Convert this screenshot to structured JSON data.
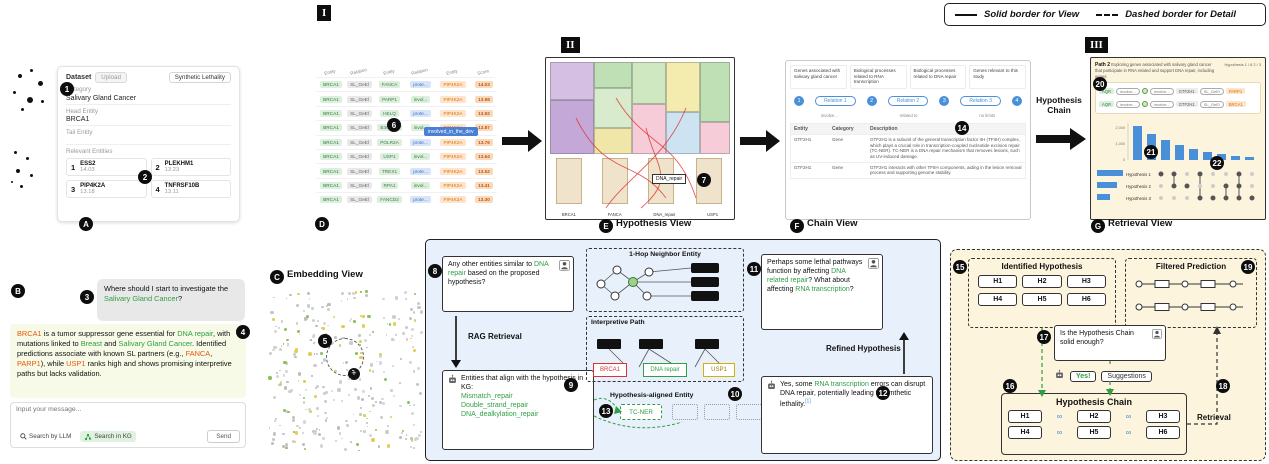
{
  "legend": {
    "solid_label": "Solid border for View",
    "dashed_label": "Dashed border for Detail"
  },
  "sections": {
    "one": "I",
    "two": "II",
    "three": "III"
  },
  "markers": {
    "a": "A",
    "b": "B",
    "c": "C",
    "d": "D",
    "e": "E",
    "f": "F",
    "g": "G",
    "n1": "1",
    "n2": "2",
    "n3": "3",
    "n4": "4",
    "n5": "5",
    "n6": "6",
    "n7": "7",
    "n8": "8",
    "n9": "9",
    "n10": "10",
    "n11": "11",
    "n12": "12",
    "n13": "13",
    "n14": "14",
    "n15": "15",
    "n16": "16",
    "n17": "17",
    "n18": "18",
    "n19": "19",
    "n20": "20",
    "n21": "21",
    "n22": "22"
  },
  "config_panel": {
    "dataset_label": "Dataset",
    "upload_button": "Upload",
    "dataset_value": "Synthetic Lethality",
    "category_label": "Category",
    "category_value": "Salivary Gland Cancer",
    "head_label": "Head Entity",
    "head_value": "BRCA1",
    "tail_label": "Tail Entity",
    "relevant_label": "Relevant Entities",
    "entities": [
      {
        "rank": "1",
        "name": "ESS2",
        "score": "14.03"
      },
      {
        "rank": "2",
        "name": "PLEKHM1",
        "score": "13.23"
      },
      {
        "rank": "3",
        "name": "PIP4K2A",
        "score": "13.18"
      },
      {
        "rank": "4",
        "name": "TNFRSF10B",
        "score": "13.11"
      }
    ]
  },
  "chat_panel": {
    "question": [
      {
        "t": "Where should I start to investigate the "
      },
      {
        "t": "Salivary Gland Cancer",
        "c": "green"
      },
      {
        "t": "?"
      }
    ],
    "answer": [
      {
        "t": "BRCA1",
        "c": "orange"
      },
      {
        "t": " is a tumor suppressor gene essential for "
      },
      {
        "t": "DNA repair",
        "c": "green"
      },
      {
        "t": ", with mutations linked to "
      },
      {
        "t": "Breast",
        "c": "green"
      },
      {
        "t": " and "
      },
      {
        "t": "Salivary Gland Cancer",
        "c": "green"
      },
      {
        "t": ". Identified predictions associate with known SL partners (e.g., "
      },
      {
        "t": "FANCA",
        "c": "orange"
      },
      {
        "t": ", "
      },
      {
        "t": "PARP1",
        "c": "orange"
      },
      {
        "t": "), while "
      },
      {
        "t": "USP1",
        "c": "orange"
      },
      {
        "t": " ranks high and shows promising interpretive paths but lacks validation."
      }
    ],
    "input_placeholder": "Input your message...",
    "search_llm": "Search by LLM",
    "search_kg": "Search in KG",
    "send": "Send"
  },
  "embedding_view": {
    "title": "Embedding View"
  },
  "prediction_table": {
    "headers": [
      "Entity",
      "Relation",
      "Entity",
      "Relation",
      "Entity",
      "Score"
    ],
    "callout": "involved_in_the_dev",
    "rows": [
      {
        "e1": "BRCA1",
        "r1": "SL_GeEl",
        "e2": "FANCA",
        "r2": "prote...",
        "r2c": "blue",
        "e3": "PIP4K2A",
        "score": "14.03"
      },
      {
        "e1": "BRCA1",
        "r1": "SL_GeEl",
        "e2": "PARP1",
        "r2": "invol...",
        "r2c": "green",
        "e3": "PIP4K2A",
        "score": "13.98"
      },
      {
        "e1": "BRCA1",
        "r1": "SL_GeEl",
        "e2": "HELQ",
        "r2": "prote...",
        "r2c": "blue",
        "e3": "PIP4K2A",
        "score": "13.92"
      },
      {
        "e1": "BRCA1",
        "r1": "SL_GeEl",
        "e2": "B3GNT6",
        "r2": "invol...",
        "r2c": "green",
        "e3": "PIP4K2A",
        "score": "13.87"
      },
      {
        "e1": "BRCA1",
        "r1": "SL_GeEl",
        "e2": "POLR2A",
        "r2": "prote...",
        "r2c": "blue",
        "e3": "PIP4K2A",
        "score": "13.76"
      },
      {
        "e1": "BRCA1",
        "r1": "SL_GeEl",
        "e2": "USP1",
        "r2": "invol...",
        "r2c": "green",
        "e3": "PIP4K2A",
        "score": "13.64"
      },
      {
        "e1": "BRCA1",
        "r1": "SL_GeEl",
        "e2": "TREX1",
        "r2": "prote...",
        "r2c": "blue",
        "e3": "PIP4K2A",
        "score": "13.52"
      },
      {
        "e1": "BRCA1",
        "r1": "SL_GeEl",
        "e2": "RPA1",
        "r2": "invol...",
        "r2c": "green",
        "e3": "PIP4K2A",
        "score": "13.41"
      },
      {
        "e1": "BRCA1",
        "r1": "SL_GeEl",
        "e2": "FANCD2",
        "r2": "prote...",
        "r2c": "blue",
        "e3": "PIP4K2A",
        "score": "13.30"
      }
    ]
  },
  "hypothesis_view": {
    "title": "Hypothesis View",
    "floating_label": "DNA_repair",
    "columns": [
      "BRCA1",
      "FANCA",
      "DNA_repair",
      "USP1"
    ]
  },
  "chain_view": {
    "title": "Chain View",
    "steps": [
      "Genes associated with salivary gland cancer",
      "Biological processes related to RNA transcription",
      "Biological processes related to DNA repair",
      "Genes relevant to this study"
    ],
    "node_nums": [
      "1",
      "2",
      "3",
      "4"
    ],
    "relations": [
      "Relation 1",
      "Relation 2",
      "Relation 3"
    ],
    "relation_notes": [
      "involve...",
      "related to",
      "no limits"
    ],
    "table": {
      "headers": [
        "Entity",
        "Category",
        "Description"
      ],
      "rows": [
        {
          "entity": "GTF2H1",
          "category": "Gene",
          "description": "GTF2H1 is a subunit of the general transcription factor IIH (TFIIH) complex, which plays a crucial role in transcription-coupled nucleotide excision repair (TC-NER). TC-NER is a DNA repair mechanism that removes lesions, such as UV-induced damage."
        },
        {
          "entity": "GTF2H1",
          "category": "Gene",
          "description": "GTF2H1 interacts with other TFIIH components, aiding in the lesion removal process and supporting genome stability."
        }
      ]
    }
  },
  "flow": {
    "hypothesis_chain_arrow": "Hypothesis Chain"
  },
  "retrieval_view": {
    "title": "Retrieval View",
    "path_label": "Path 2",
    "path_text": "Exploring genes associated with salivary gland cancer that participate in RNA related and support DNA repair, including genes",
    "pager": "Hypothesis 1 / 8   2 / 3",
    "chains": [
      {
        "start": "AQR",
        "rel1": "involve...",
        "rel2": "involve...",
        "mid": "GTF2H1",
        "rel3": "SL_GeEl",
        "end": "PARP1"
      },
      {
        "start": "AQR",
        "rel1": "involve...",
        "rel2": "involve...",
        "mid": "GTF2H1",
        "rel3": "SL_GeEl",
        "end": "BRCA1"
      }
    ],
    "hypotheses": [
      "Hypothesis 1",
      "Hypothesis 2",
      "Hypothesis 3"
    ],
    "yticks": [
      "2,000",
      "1,000",
      "0"
    ]
  },
  "interaction_detail": {
    "question1": [
      {
        "t": "Any other entities similar to "
      },
      {
        "t": "DNA repair",
        "c": "green"
      },
      {
        "t": " based on the proposed hypothesis?"
      }
    ],
    "rag_label": "RAG Retrieval",
    "answer1_label": "Entities that align with the hypothesis in KG:",
    "answer1_items": [
      "Mismatch_repair",
      "Double_strand_repair",
      "DNA_dealkylation_repair"
    ],
    "hop_title": "1-Hop Neighbor Entity",
    "path_title": "Interpretive Path",
    "aligned_title": "Hypothesis-aligned Entity",
    "aligned_entity": "TC-NER",
    "path_nodes": {
      "start": "BRCA1",
      "mid": "DNA repair",
      "end": "USP1"
    },
    "question2": [
      {
        "t": "Perhaps some lethal pathways function by affecting "
      },
      {
        "t": "DNA related repair",
        "c": "green"
      },
      {
        "t": "? What about affecting "
      },
      {
        "t": "RNA transcription",
        "c": "green"
      },
      {
        "t": "?"
      }
    ],
    "refined_label": "Refined Hypothesis",
    "answer2": [
      {
        "t": "Yes, some "
      },
      {
        "t": "RNA transcription",
        "c": "green"
      },
      {
        "t": " errors can disrupt DNA repair, potentially leading to synthetic lethality."
      },
      {
        "t": "[1]",
        "c": "cite"
      }
    ]
  },
  "reasoning_detail": {
    "identified_title": "Identified Hypothesis",
    "filtered_title": "Filtered Prediction",
    "hypotheses": [
      "H1",
      "H2",
      "H3",
      "H4",
      "H5",
      "H6"
    ],
    "question": "Is the Hypothesis Chain solid enough?",
    "yes_label": "Yes!",
    "suggestions_label": "Suggestions",
    "chain_title": "Hypothesis Chain",
    "retrieval_label": "Retrieval"
  }
}
